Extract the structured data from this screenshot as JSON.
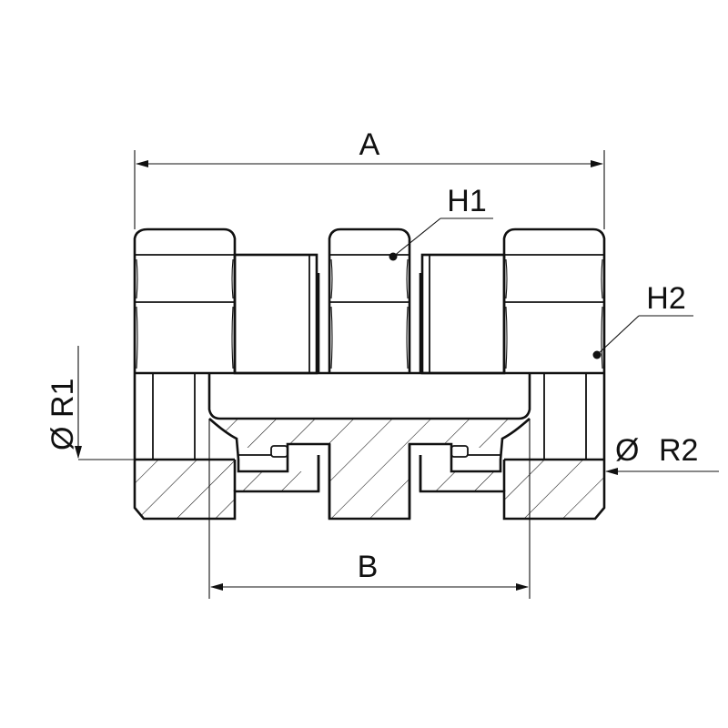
{
  "diagram": {
    "title": "",
    "dimensions": {
      "overall_length": "A",
      "inner_length": "B",
      "hex_size_1": "H1",
      "hex_size_2": "H2",
      "thread_1_symbol": "Ø",
      "thread_1": "R1",
      "thread_2_symbol": "Ø",
      "thread_2": "R2"
    },
    "colors": {
      "line": "#111111",
      "background": "#ffffff"
    }
  }
}
